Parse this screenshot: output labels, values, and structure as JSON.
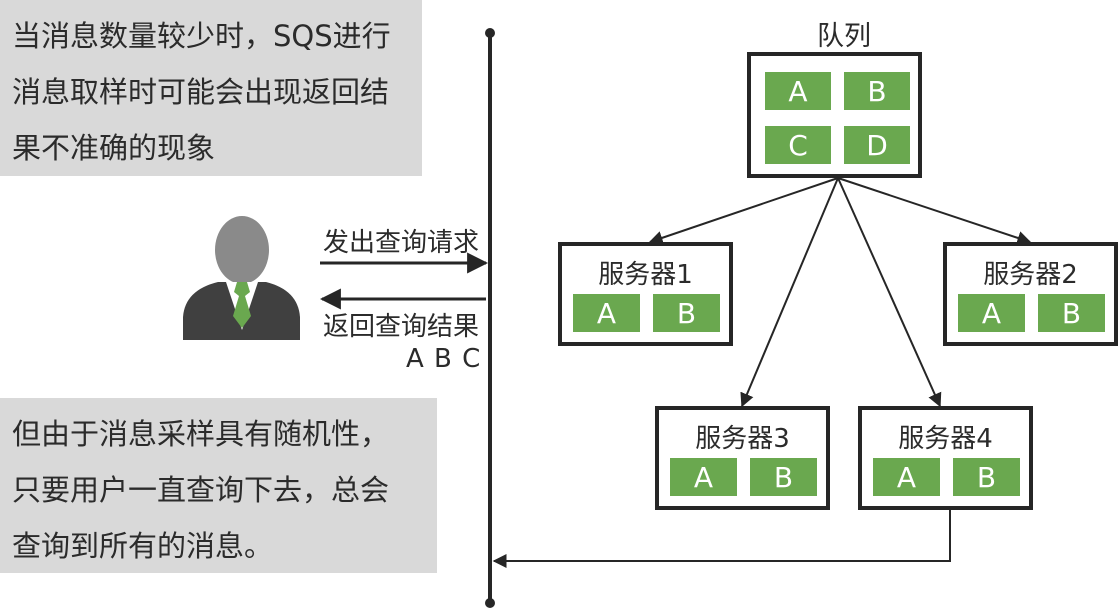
{
  "notes": {
    "top": [
      "当消息数量较少时，SQS进行",
      "消息取样时可能会出现返回结",
      "果不准确的现象"
    ],
    "bottom": [
      "但由于消息采样具有随机性，",
      "只要用户一直查询下去，总会",
      "查询到所有的消息。"
    ]
  },
  "arrows": {
    "request_label": "发出查询请求",
    "response_label": "返回查询结果",
    "response_values": "A B C"
  },
  "queue": {
    "title": "队列",
    "cells": [
      "A",
      "B",
      "C",
      "D"
    ]
  },
  "servers": [
    {
      "name": "服务器1",
      "cells": [
        "A",
        "B"
      ]
    },
    {
      "name": "服务器2",
      "cells": [
        "A",
        "B"
      ]
    },
    {
      "name": "服务器3",
      "cells": [
        "A",
        "B"
      ]
    },
    {
      "name": "服务器4",
      "cells": [
        "A",
        "B"
      ]
    }
  ],
  "colors": {
    "cell_fill": "#6aa84f",
    "note_fill": "#d9d9d9",
    "line": "#262626",
    "user_head": "#8a8a8a",
    "user_suit": "#404040",
    "user_tie": "#6aa84f"
  },
  "icons": {
    "user": "person-icon"
  }
}
